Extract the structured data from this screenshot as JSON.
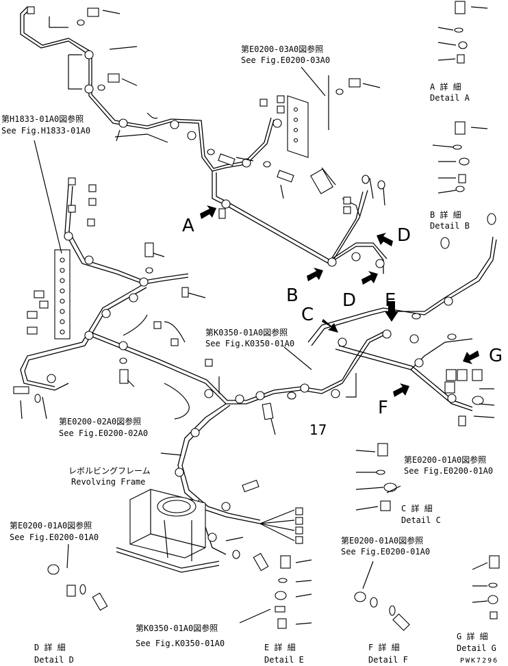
{
  "refs": {
    "e0200_03a0_jp": "第E0200-03A0図参照",
    "e0200_03a0_en": "See Fig.E0200-03A0",
    "h1833_01a0_jp": "第H1833-01A0図参照",
    "h1833_01a0_en": "See Fig.H1833-01A0",
    "k0350_01a0_jp": "第K0350-01A0図参照",
    "k0350_01a0_en": "See Fig.K0350-01A0",
    "e0200_02a0_jp": "第E0200-02A0図参照",
    "e0200_02a0_en": "See Fig.E0200-02A0",
    "e0200_01a0_c_jp": "第E0200-01A0図参照",
    "e0200_01a0_c_en": "See Fig.E0200-01A0",
    "e0200_01a0_d_jp": "第E0200-01A0図参照",
    "e0200_01a0_d_en": "See Fig.E0200-01A0",
    "e0200_01a0_f_jp": "第E0200-01A0図参照",
    "e0200_01a0_f_en": "See Fig.E0200-01A0",
    "k0350_01a0_e_jp": "第K0350-01A0図参照",
    "k0350_01a0_e_en": "See Fig.K0350-01A0"
  },
  "frame": {
    "jp": "レボルビングフレーム",
    "en": "Revolving Frame"
  },
  "details": {
    "a_jp": "A 詳 細",
    "a_en": "Detail A",
    "b_jp": "B 詳 細",
    "b_en": "Detail B",
    "c_jp": "C 詳 細",
    "c_en": "Detail C",
    "d_jp": "D 詳 細",
    "d_en": "Detail D",
    "e_jp": "E 詳 細",
    "e_en": "Detail E",
    "f_jp": "F 詳 細",
    "f_en": "Detail F",
    "g_jp": "G 詳 細",
    "g_en": "Detail G"
  },
  "view_letters": {
    "a": "A",
    "b": "B",
    "c": "C",
    "d1": "D",
    "d2": "D",
    "e": "E",
    "f": "F",
    "g": "G"
  },
  "part_number": "17",
  "drawing_code": "PWK7296"
}
